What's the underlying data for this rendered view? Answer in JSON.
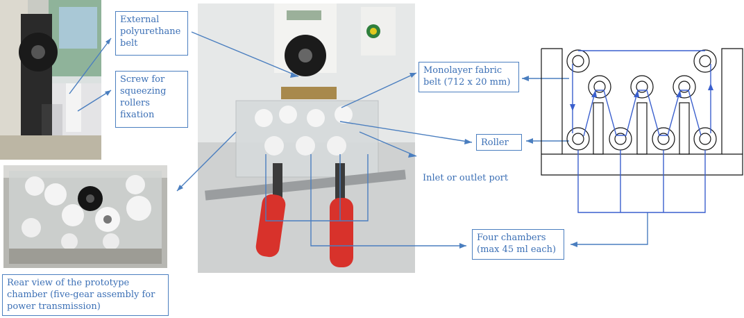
{
  "labels": {
    "external_belt": "External\npolyurethane\nbelt",
    "screw": "Screw for\nsqueezing\nrollers\nfixation",
    "rear_view": "Rear view of the prototype\nchamber (five-gear assembly for\npower transmission)",
    "monolayer_belt": "Monolayer fabric\nbelt (712 x 20 mm)",
    "roller": "Roller",
    "port": "Inlet or outlet port",
    "chambers": "Four chambers\n(max 45 ml each)"
  },
  "colors": {
    "accent": "#3b6fb5",
    "schematic_line": "#3a5fcd",
    "handle_red": "#d8322b",
    "frame_black": "#111111"
  }
}
